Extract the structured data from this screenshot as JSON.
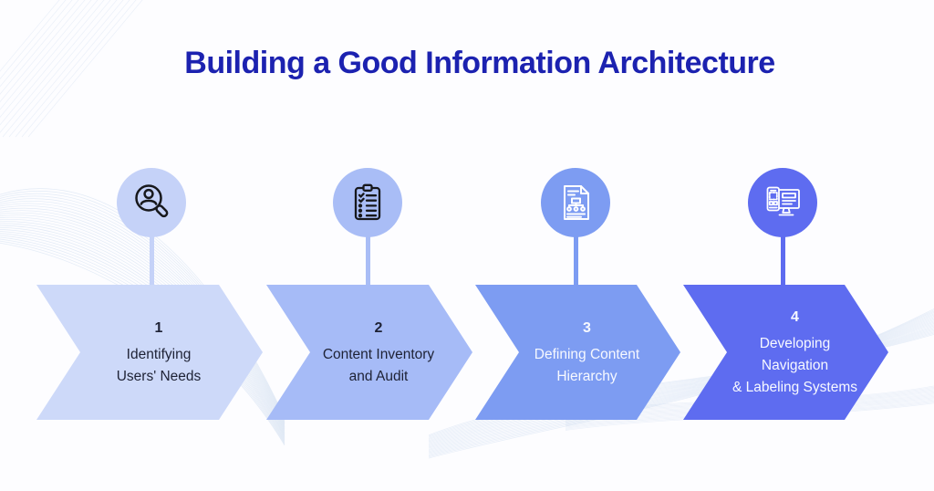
{
  "title": {
    "text": "Building a Good Information Architecture",
    "color": "#1c22b0"
  },
  "steps": [
    {
      "number": "1",
      "label_line1": "Identifying",
      "label_line2": "Users' Needs",
      "icon": "user-search-icon",
      "arrow_color": "#cdd9f9",
      "circle_color": "#c5d2f8",
      "text_color": "#1e2235"
    },
    {
      "number": "2",
      "label_line1": "Content Inventory",
      "label_line2": "and Audit",
      "icon": "clipboard-checklist-icon",
      "arrow_color": "#a6bbf7",
      "circle_color": "#a9bdf6",
      "text_color": "#1e2235"
    },
    {
      "number": "3",
      "label_line1": "Defining Content",
      "label_line2": "Hierarchy",
      "icon": "document-hierarchy-icon",
      "arrow_color": "#7d9cf2",
      "circle_color": "#7d9cf2",
      "text_color": "#f7f9ff"
    },
    {
      "number": "4",
      "label_line1": "Developing Navigation",
      "label_line2": "& Labeling Systems",
      "icon": "desktop-wireframe-icon",
      "arrow_color": "#5e6cf0",
      "circle_color": "#5e6cf0",
      "text_color": "#f7f9ff"
    }
  ]
}
